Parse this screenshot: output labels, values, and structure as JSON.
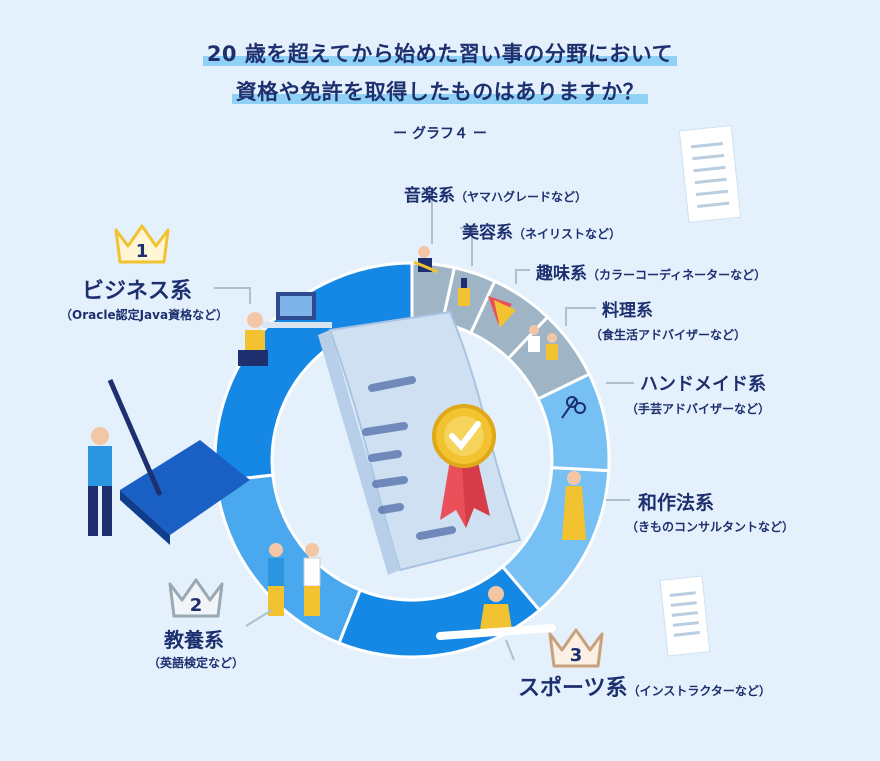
{
  "title_line1": "20 歳を超えてから始めた習い事の分野において",
  "title_line2": "資格や免許を取得したものはありますか？",
  "subtitle": "ー グラフ４ ー",
  "colors": {
    "dark": "#1588e6",
    "mid": "#4aa8ee",
    "light": "#76c0f3",
    "gray": "#9fb5c6",
    "navy": "#1d2f6e",
    "gold": "#f2c230",
    "silver": "#9aa8b4",
    "bronze": "#c9a27a"
  },
  "chart_data": {
    "type": "pie",
    "categories": [
      "ビジネス系",
      "教養系",
      "スポーツ系",
      "和作法系",
      "ハンドメイド系",
      "料理系",
      "趣味系",
      "美容系",
      "音楽系"
    ],
    "values": [
      93,
      60,
      60,
      45,
      28,
      20,
      18,
      12,
      12
    ],
    "ranks": [
      {
        "rank": "1",
        "category": "ビジネス系"
      },
      {
        "rank": "2",
        "category": "教養系"
      },
      {
        "rank": "3",
        "category": "スポーツ系"
      }
    ]
  },
  "labels": {
    "business": {
      "name": "ビジネス系",
      "sub": "（Oracle認定Java資格など）"
    },
    "kyoyo": {
      "name": "教養系",
      "sub": "（英語検定など）"
    },
    "sports": {
      "name": "スポーツ系",
      "sub": "（インストラクターなど）"
    },
    "wasaho": {
      "name": "和作法系",
      "sub": "（きものコンサルタントなど）"
    },
    "handmade": {
      "name": "ハンドメイド系",
      "sub": "（手芸アドバイザーなど）"
    },
    "ryori": {
      "name": "料理系",
      "sub": "（食生活アドバイザーなど）"
    },
    "shumi": {
      "name": "趣味系",
      "sub": "（カラーコーディネーターなど）"
    },
    "biyo": {
      "name": "美容系",
      "sub": "（ネイリストなど）"
    },
    "ongaku": {
      "name": "音楽系",
      "sub": "（ヤマハグレードなど）"
    }
  }
}
